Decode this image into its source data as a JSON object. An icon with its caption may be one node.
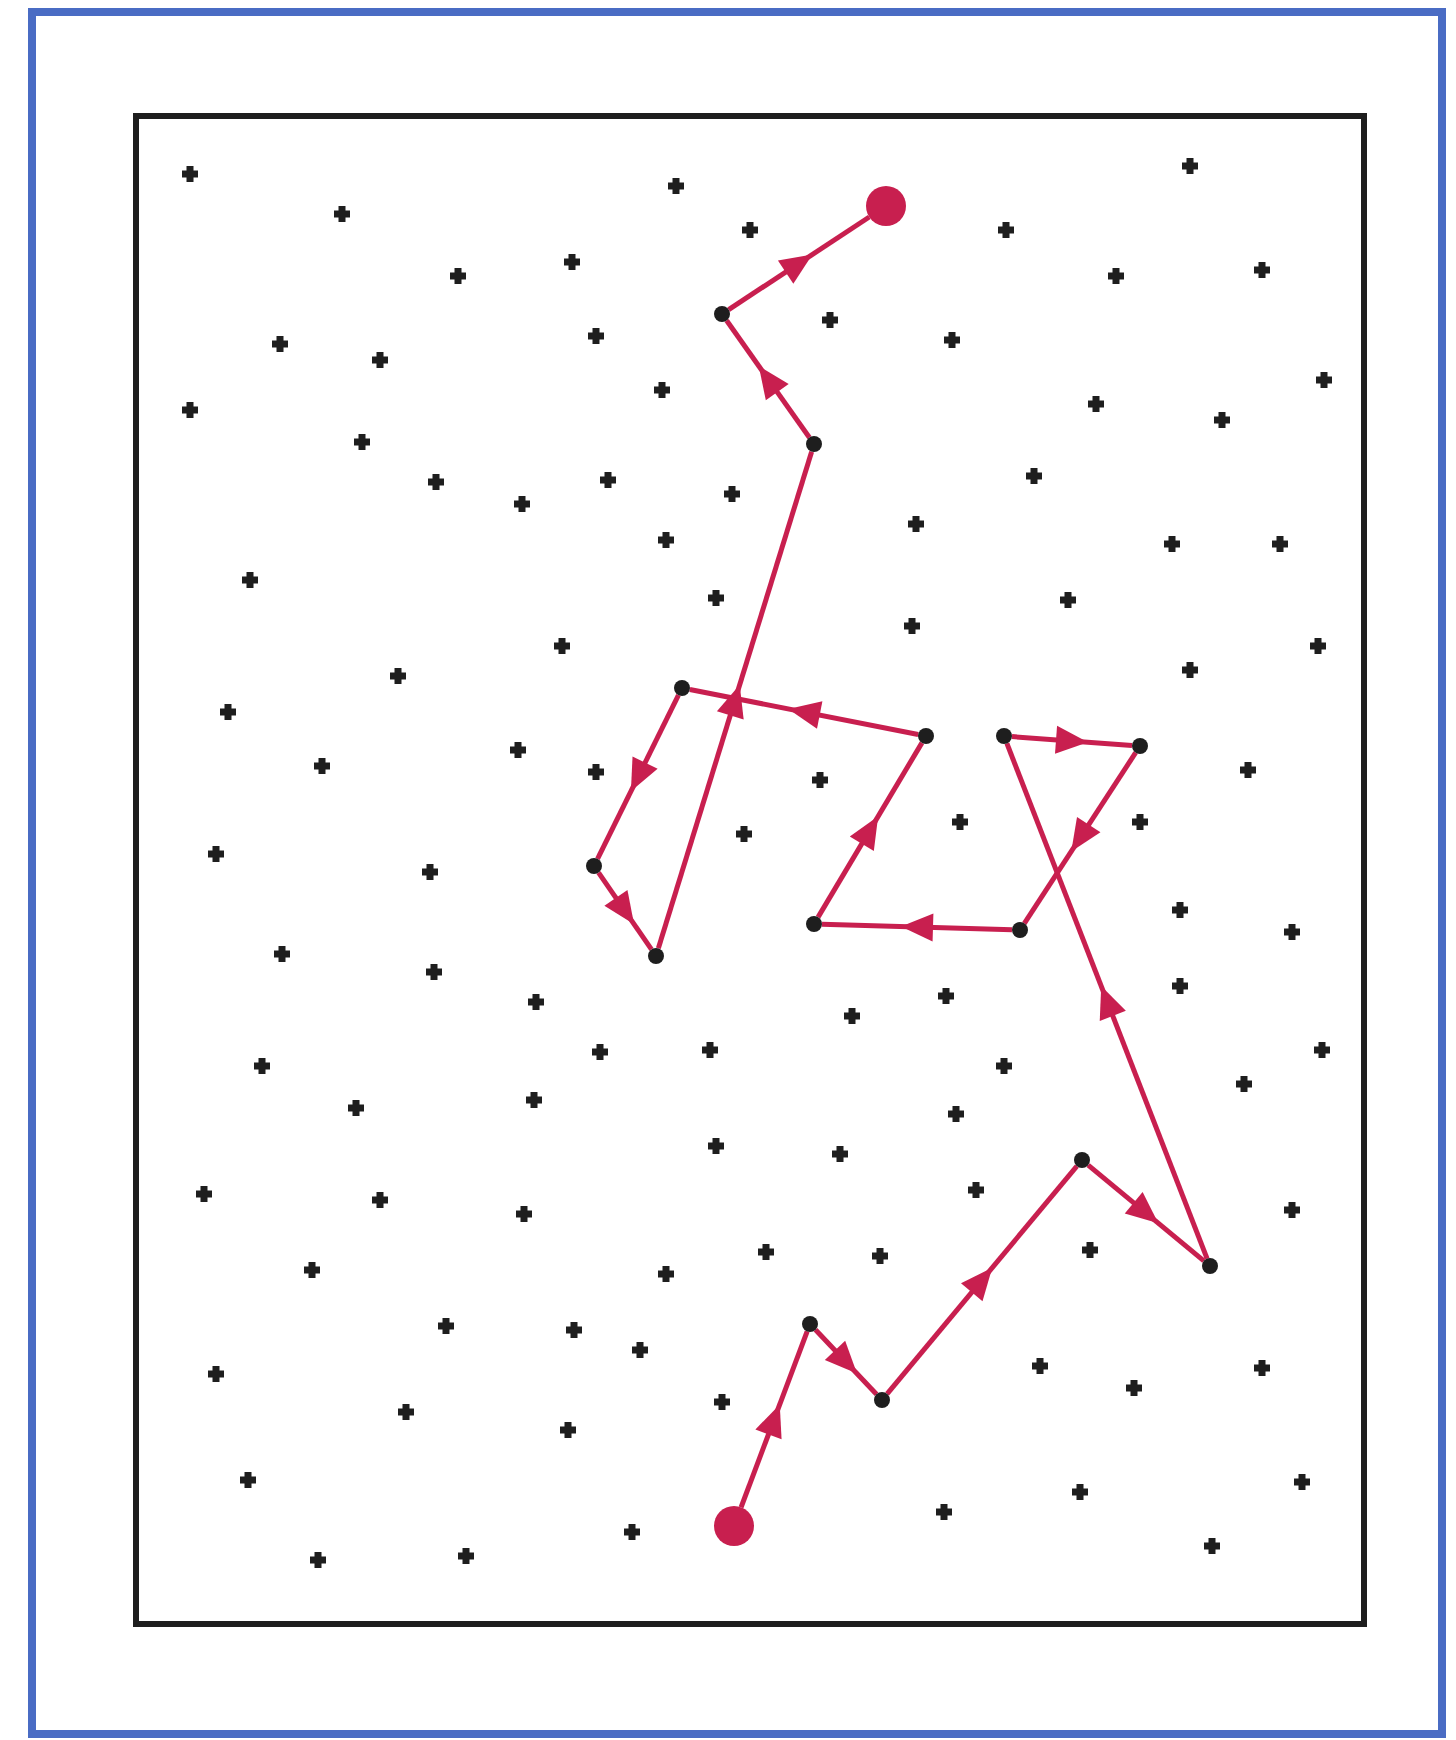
{
  "diagram": {
    "nodes": [
      {
        "text": [],
        "shape": "circle"
      },
      {
        "text": [],
        "shape": "dot"
      },
      {
        "text": [],
        "shape": "dot"
      },
      {
        "text": [],
        "shape": "dot"
      },
      {
        "text": [],
        "shape": "dot"
      },
      {
        "text": [],
        "shape": "dot"
      },
      {
        "text": [],
        "shape": "dot"
      },
      {
        "text": [],
        "shape": "dot"
      },
      {
        "text": [],
        "shape": "dot"
      },
      {
        "text": [],
        "shape": "dot"
      },
      {
        "text": [],
        "shape": "dot"
      },
      {
        "text": [],
        "shape": "dot"
      },
      {
        "text": [],
        "shape": "dot"
      },
      {
        "text": [],
        "shape": "dot"
      },
      {
        "text": [],
        "shape": "dot"
      },
      {
        "text": [],
        "shape": "circle"
      }
    ],
    "edges": [
      {
        "from": 0,
        "to": 1,
        "arrow": "to"
      },
      {
        "from": 1,
        "to": 2,
        "arrow": "to"
      },
      {
        "from": 2,
        "to": 3,
        "arrow": "to"
      },
      {
        "from": 3,
        "to": 4,
        "arrow": "to"
      },
      {
        "from": 4,
        "to": 5,
        "arrow": "to"
      },
      {
        "from": 5,
        "to": 6,
        "arrow": "to"
      },
      {
        "from": 6,
        "to": 7,
        "arrow": "to"
      },
      {
        "from": 7,
        "to": 8,
        "arrow": "to"
      },
      {
        "from": 8,
        "to": 9,
        "arrow": "to"
      },
      {
        "from": 9,
        "to": 10,
        "arrow": "to"
      },
      {
        "from": 10,
        "to": 11,
        "arrow": "to"
      },
      {
        "from": 11,
        "to": 12,
        "arrow": "to"
      },
      {
        "from": 12,
        "to": 13,
        "arrow": "to"
      },
      {
        "from": 13,
        "to": 14,
        "arrow": "to"
      },
      {
        "from": 14,
        "to": 15,
        "arrow": "to"
      }
    ]
  }
}
